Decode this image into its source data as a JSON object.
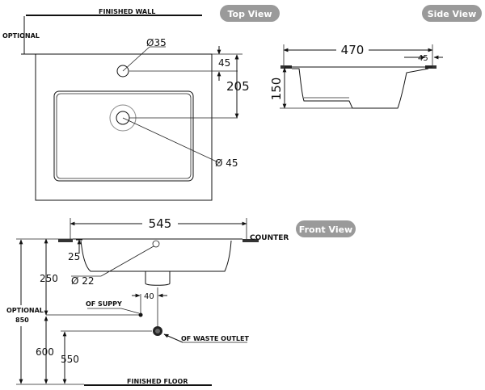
{
  "view_labels": {
    "top": "Top View",
    "side": "Side View",
    "front": "Front View"
  },
  "top_view": {
    "finished_wall": "FINISHED WALL",
    "optional": "OPTIONAL",
    "tap_hole_diameter": "Ø35",
    "tap_hole_offset": "45",
    "drain_offset": "205",
    "drain_diameter": "Ø 45"
  },
  "side_view": {
    "width": "470",
    "rim": "45",
    "height": "150"
  },
  "front_view": {
    "width": "545",
    "counter": "COUNTER",
    "rim_depth": "25",
    "overflow_diameter": "Ø 22",
    "basin_height": "250",
    "optional": "OPTIONAL",
    "optional_height": "850",
    "supply": "OF SUPPY",
    "supply_offset": "40",
    "waste_outlet": "OF WASTE OUTLET",
    "floor_to_counter": "600",
    "floor_to_waste": "550",
    "finished_floor": "FINISHED FLOOR"
  },
  "colors": {
    "pill": "#9a9a9a",
    "line": "#111111"
  }
}
